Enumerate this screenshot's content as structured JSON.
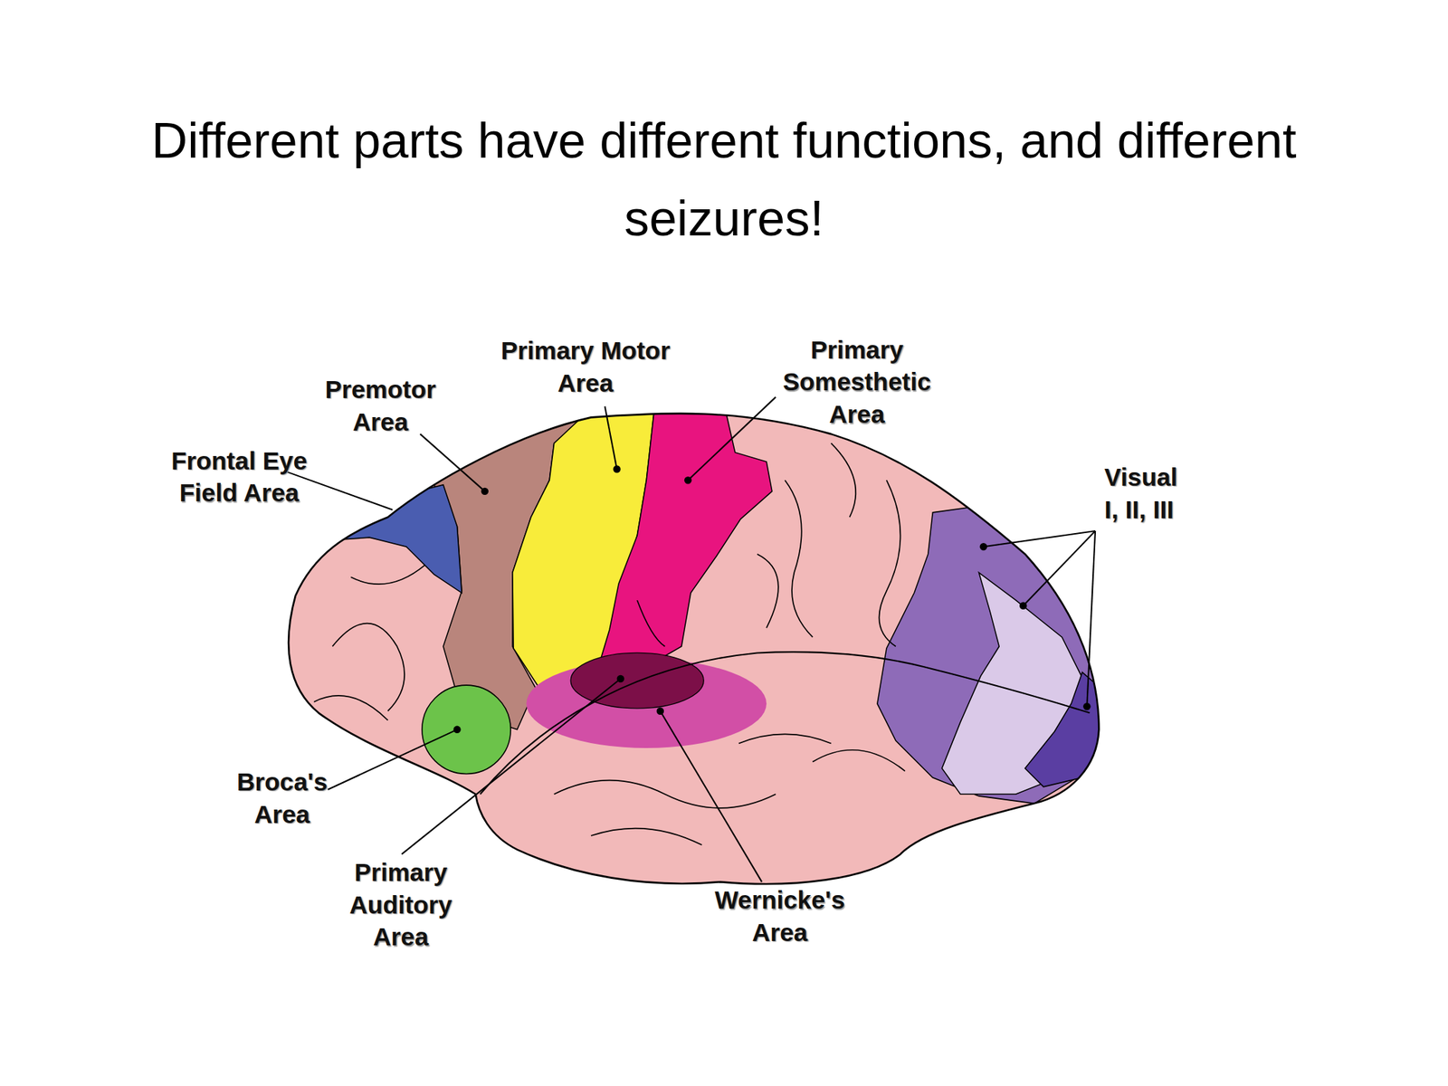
{
  "diagram": {
    "title": "Different parts have different functions, and different seizures!",
    "labels": [
      "Premotor Area",
      "Primary Motor Area",
      "Primary Somesthetic Area",
      "Frontal Eye Field Area",
      "Visual I, II, III",
      "Broca's Area",
      "Primary Auditory Area",
      "Wernicke's Area"
    ]
  }
}
